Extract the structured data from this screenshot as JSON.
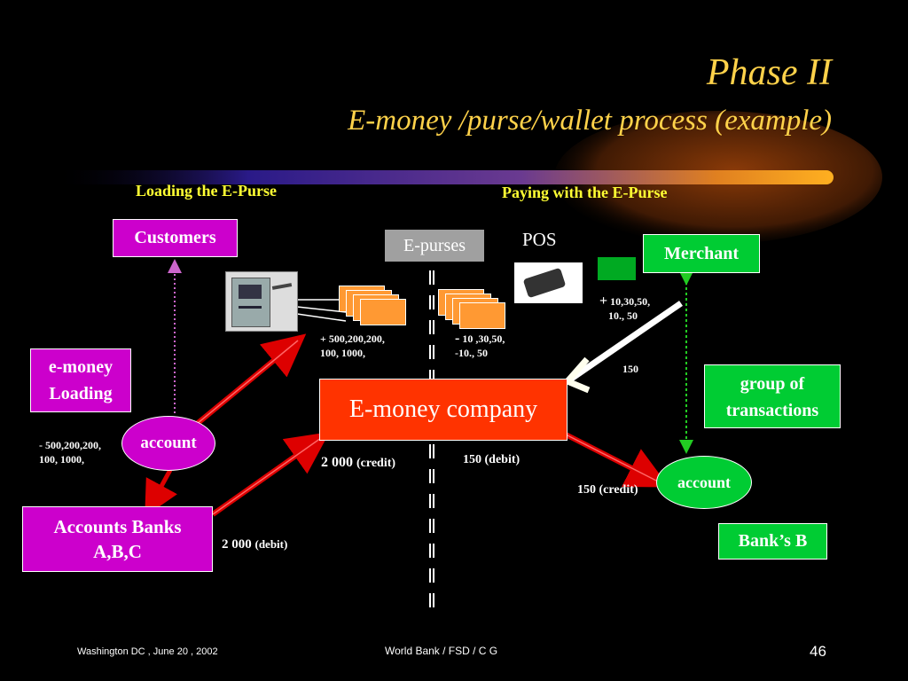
{
  "title": {
    "line1": "Phase II",
    "line2": "E-money /purse/wallet process (example)"
  },
  "sections": {
    "loading": "Loading the E-Purse",
    "paying": "Paying with the E-Purse"
  },
  "boxes": {
    "customers": "Customers",
    "emoney_loading_1": "e-money",
    "emoney_loading_2": "Loading",
    "account_left": "account",
    "accounts_banks_1": "Accounts Banks",
    "accounts_banks_2": "A,B,C",
    "epurses": "E-purses",
    "pos": "POS",
    "merchant": "Merchant",
    "emoney_company": "E-money company",
    "group_1": "group of",
    "group_2": "transactions",
    "account_right": "account",
    "banks_b": "Bank’s B"
  },
  "amounts": {
    "left_debit_1": "- 500,200,200,",
    "left_debit_2": "100, 1000,",
    "purse_credit_1": "+ 500,200,200,",
    "purse_credit_2": "100, 1000,",
    "pay_minus_sign": "-",
    "pay_minus_1": "10 ,30,50,",
    "pay_minus_2": "-10., 50",
    "merchant_plus_sign": "+",
    "merchant_plus_1": "10,30,50,",
    "merchant_plus_2": "10., 50",
    "merchant_150": "150",
    "company_credit_num": "2 000",
    "company_credit_lbl": "(credit)",
    "company_debit": "150 (debit)",
    "bank_credit": "150 (credit)",
    "banks_debit_num": "2 000",
    "banks_debit_lbl": "(debit)"
  },
  "footer": {
    "left": "Washington DC , June 20 , 2002",
    "center": "World Bank / FSD / C G",
    "page": "46"
  },
  "colors": {
    "title": "#ffd24a",
    "section": "#ffff33",
    "magenta": "#cc00cc",
    "green": "#00cc33",
    "company": "#ff3300",
    "arrow": "#dd0000"
  }
}
